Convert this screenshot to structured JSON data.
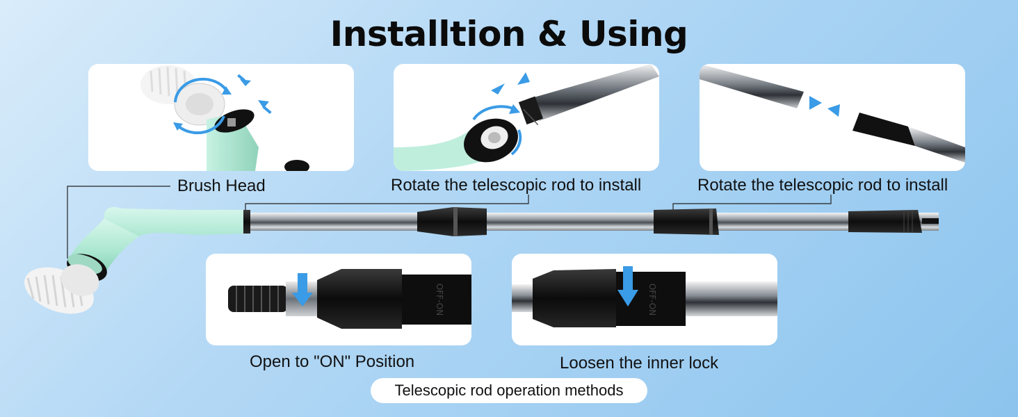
{
  "title": "Installtion & Using",
  "captions": {
    "brush_head": "Brush Head",
    "rotate_1": "Rotate the telescopic rod to install",
    "rotate_2": "Rotate the telescopic rod to install",
    "open_on": "Open to \"ON\" Position",
    "loosen": "Loosen the inner lock"
  },
  "footer": "Telescopic rod operation methods",
  "lock_marking": "OFF-ON",
  "colors": {
    "mint": "#b8ebd9",
    "arrow_blue": "#3a9be6",
    "black": "#111111",
    "chrome": "#c9cdd2"
  },
  "icons": [
    "rotate-arrows-icon",
    "push-arrow-icon",
    "down-arrow-icon"
  ]
}
